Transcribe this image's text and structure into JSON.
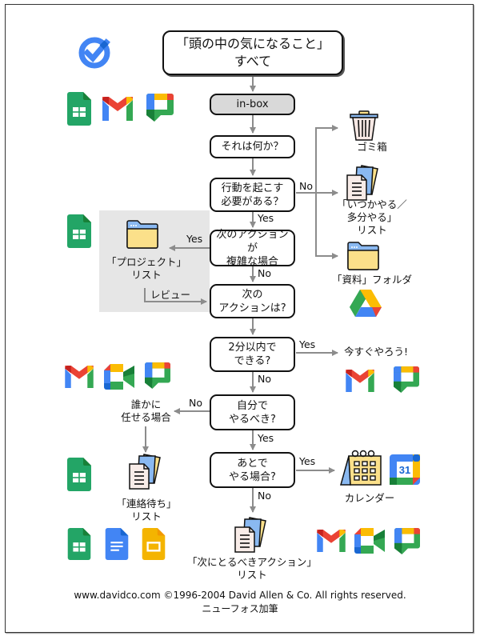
{
  "title_node": {
    "text": "「頭の中の気になること」\nすべて"
  },
  "nodes": {
    "inbox": "in-box",
    "what_is_it": "それは何か？",
    "actionable": "行動を起こす\n必要がある？",
    "multi_step": "次のアクションが\n複雑な場合",
    "next_action": "次の\nアクションは?",
    "two_minutes": "2分以内で\nできる?",
    "do_yourself": "自分で\nやるべき?",
    "later": "あとで\nやる場合?"
  },
  "outcomes": {
    "trash": "ゴミ箱",
    "someday": "「いつかやる／\n多分やる」\nリスト",
    "reference": "「資料」フォルダ",
    "projects": "「プロジェクト」\nリスト",
    "do_now": "今すぐやろう!",
    "delegate": "誰かに\n任せる場合",
    "waiting": "「連絡待ち」\nリスト",
    "calendar": "カレンダー",
    "next_actions": "「次にとるべきアクション」\nリスト"
  },
  "edge_labels": {
    "actionable_no": "No",
    "actionable_yes": "Yes",
    "multi_yes": "Yes",
    "multi_no": "No",
    "review": "レビュー",
    "two_min_yes": "Yes",
    "two_min_no": "No",
    "self_no": "No",
    "self_yes": "Yes",
    "later_yes": "Yes",
    "later_no": "No"
  },
  "calendar_day": "31",
  "footer": {
    "copyright": "www.davidco.com ©1996-2004 David Allen & Co. All rights reserved.",
    "credit": "ニューフォス加筆"
  },
  "colors": {
    "google_blue": "#4285F4",
    "google_red": "#EA4335",
    "google_yellow": "#FBBC04",
    "google_green": "#34A853",
    "sheets_green": "#23A566",
    "folder_yellow": "#FBE08A",
    "folder_tab_blue": "#8AB9F1",
    "arrow_gray": "#8c8c8c",
    "panel_gray": "#e6e6e6"
  }
}
